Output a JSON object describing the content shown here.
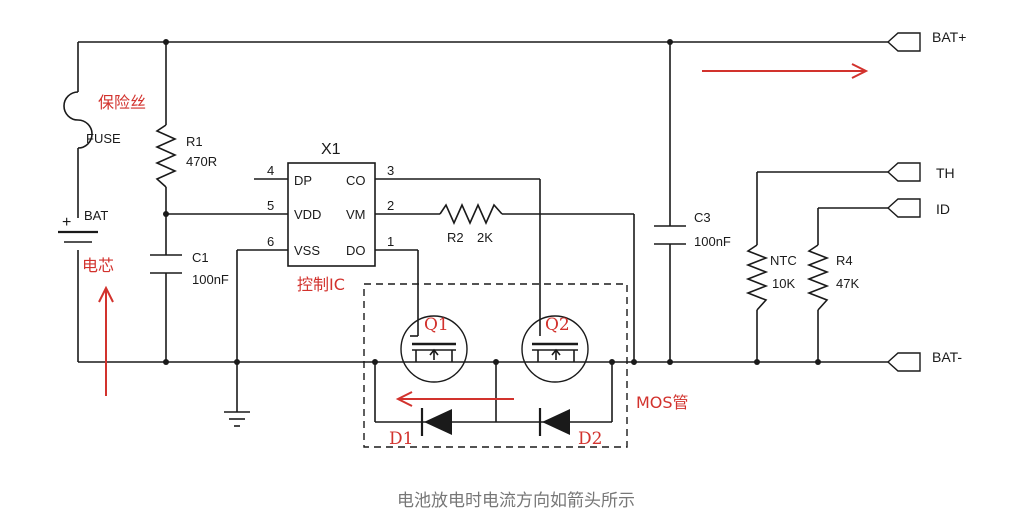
{
  "labels": {
    "bat_plus": "BAT+",
    "bat_minus": "BAT-",
    "th": "TH",
    "id": "ID",
    "fuse": "FUSE",
    "fuse_cn": "保险丝",
    "r1_name": "R1",
    "r1_value": "470R",
    "bat": "BAT",
    "cell_cn": "电芯",
    "c1_name": "C1",
    "c1_value": "100nF",
    "x1": "X1",
    "ic_cn": "控制IC",
    "pin_nums": [
      "4",
      "5",
      "6",
      "3",
      "2",
      "1"
    ],
    "pin_names": [
      "DP",
      "VDD",
      "VSS",
      "CO",
      "VM",
      "DO"
    ],
    "r2": "R2",
    "r2_value": "2K",
    "q1": "Q1",
    "q2": "Q2",
    "mos_cn": "MOS管",
    "d1": "D1",
    "d2": "D2",
    "c3_name": "C3",
    "c3_value": "100nF",
    "ntc_name": "NTC",
    "ntc_value": "10K",
    "r4_name": "R4",
    "r4_value": "47K",
    "plus": "+"
  },
  "caption": "电池放电时电流方向如箭头所示",
  "colors": {
    "wire": "#1a1a1a",
    "annotation": "#d2322d",
    "caption": "#777777"
  }
}
